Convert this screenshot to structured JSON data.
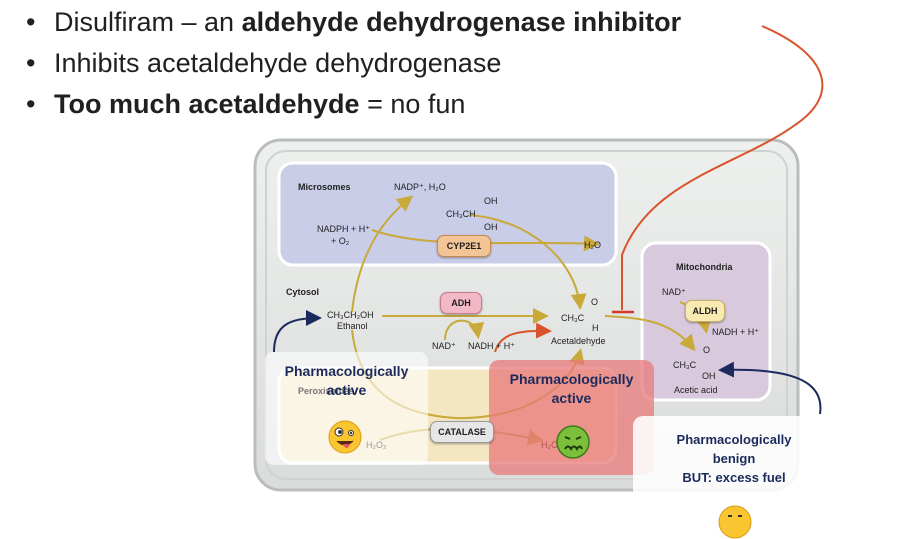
{
  "bullets": [
    {
      "pre": "Disulfiram – an ",
      "bold": "aldehyde dehydrogenase inhibitor",
      "post": ""
    },
    {
      "pre": "Inhibits acetaldehyde dehydrogenase",
      "bold": "",
      "post": ""
    },
    {
      "pre": "",
      "bold": "Too much acetaldehyde",
      "post": " = no fun"
    }
  ],
  "diagram": {
    "compartments": {
      "microsomes": "Microsomes",
      "cytosol": "Cytosol",
      "mitochondria": "Mitochondria",
      "peroxisomes": "Peroxisomes"
    },
    "enzymes": {
      "cyp2e1": "CYP2E1",
      "adh": "ADH",
      "aldh": "ALDH",
      "catalase": "CATALASE"
    },
    "molecules": {
      "nadp_h2o": "NADP⁺, H₂O",
      "nadph_line1": "NADPH + H⁺",
      "nadph_line2": "+ O₂",
      "h2o": "H₂O",
      "ethanol_formula": "CH₃CH₂OH",
      "ethanol": "Ethanol",
      "nad_cytosol": "NAD⁺",
      "nadh_cytosol": "NADH + H⁺",
      "acetaldehyde": "Acetaldehyde",
      "nad_mito": "NAD⁺",
      "nadh_mito": "NADH + H⁺",
      "acetic_acid": "Acetic acid",
      "h2o2": "H₂O₂",
      "h2o_perox": "H₂O",
      "ch3ch": "CH₃CH",
      "ch3c": "CH₃C",
      "oh": "OH",
      "o": "O",
      "h": "H"
    },
    "callouts": [
      {
        "text_1": "Pharmacologically",
        "text_2": "active",
        "text_3": ""
      },
      {
        "text_1": "Pharmacologically",
        "text_2": "active",
        "text_3": ""
      },
      {
        "text_1": "Pharmacologically",
        "text_2": "benign",
        "text_3": "BUT: excess fuel"
      }
    ],
    "emojis": [
      "zany-face",
      "nauseated-face",
      "neutral-face"
    ],
    "colors": {
      "annotation_arrow": "#d9542c",
      "callout_arrow": "#1b2a5c",
      "pathway_arrow": "#c8a93a",
      "inhibition_bar": "#d33a2c",
      "toxic_highlight": "#e8787a"
    }
  }
}
